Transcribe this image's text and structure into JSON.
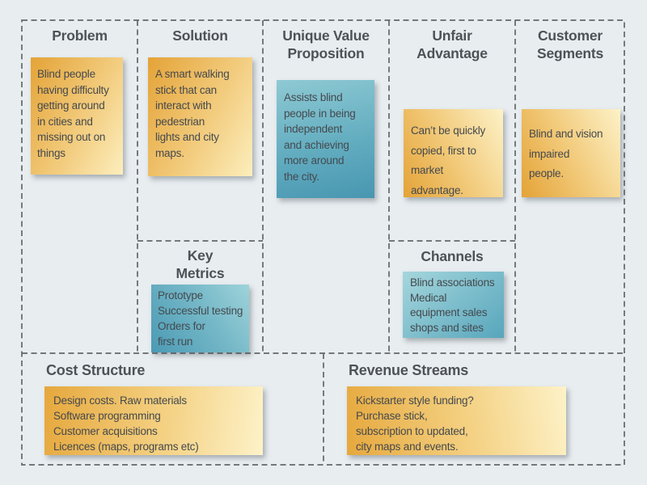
{
  "palette": {
    "background": "#e8edf0",
    "grid_dash": "#63676a",
    "heading_text": "#4d5257",
    "note_text": "#45494e",
    "note_yellow_dark": "#e4a337",
    "note_yellow_light": "#fdf2c8",
    "note_blue_light": "#9ed3da",
    "note_blue_dark": "#4896b1"
  },
  "sections": {
    "problem": {
      "title": "Problem",
      "note": {
        "color": "yellow",
        "text": "Blind people\nhaving difficulty\ngetting around\nin cities and\nmissing out on\nthings"
      }
    },
    "solution": {
      "title": "Solution",
      "note": {
        "color": "yellow",
        "text": "A smart walking\nstick that can\ninteract with\npedestrian\nlights and city\nmaps."
      }
    },
    "unique_value_proposition": {
      "title": "Unique Value Proposition",
      "note": {
        "color": "blue",
        "text": "Assists blind\npeople in being\nindependent\nand achieving\nmore around\nthe city."
      }
    },
    "unfair_advantage": {
      "title": "Unfair Advantage",
      "note": {
        "color": "yellow",
        "text": "Can’t be quickly\ncopied, first to\nmarket\nadvantage."
      }
    },
    "customer_segments": {
      "title": "Customer Segments",
      "note": {
        "color": "yellow",
        "text": "Blind and vision\nimpaired\npeople."
      }
    },
    "key_metrics": {
      "title": "Key Metrics",
      "note": {
        "color": "blue",
        "text": "Prototype\nSuccessful testing\nOrders for\nfirst run"
      }
    },
    "channels": {
      "title": "Channels",
      "note": {
        "color": "blue",
        "text": "Blind associations\nMedical\nequipment sales\nshops and sites"
      }
    },
    "cost_structure": {
      "title": "Cost Structure",
      "note": {
        "color": "yellow",
        "text": "Design costs. Raw materials\nSoftware programming\nCustomer acquisitions\nLicences (maps, programs etc)"
      }
    },
    "revenue_streams": {
      "title": "Revenue Streams",
      "note": {
        "color": "yellow",
        "text": "Kickstarter style funding?\nPurchase stick,\nsubscription to updated,\ncity maps and events."
      }
    }
  }
}
